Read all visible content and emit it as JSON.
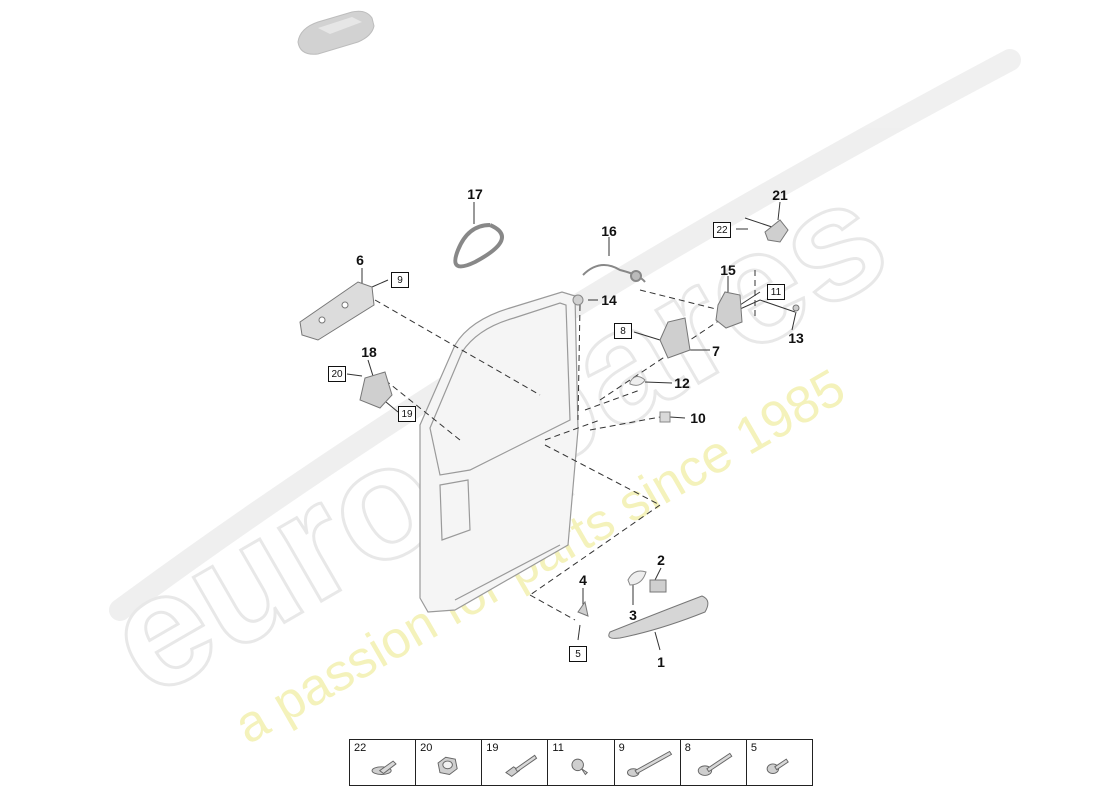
{
  "watermark": {
    "brand": "eurospares",
    "tagline": "a passion for parts since 1985"
  },
  "callouts": {
    "numbers": [
      "1",
      "2",
      "3",
      "4",
      "6",
      "7",
      "10",
      "12",
      "13",
      "14",
      "15",
      "16",
      "17",
      "18",
      "21"
    ],
    "boxes": [
      "5",
      "8",
      "9",
      "11",
      "19",
      "20",
      "22"
    ]
  },
  "fasteners": [
    "22",
    "20",
    "19",
    "11",
    "9",
    "8",
    "5"
  ]
}
